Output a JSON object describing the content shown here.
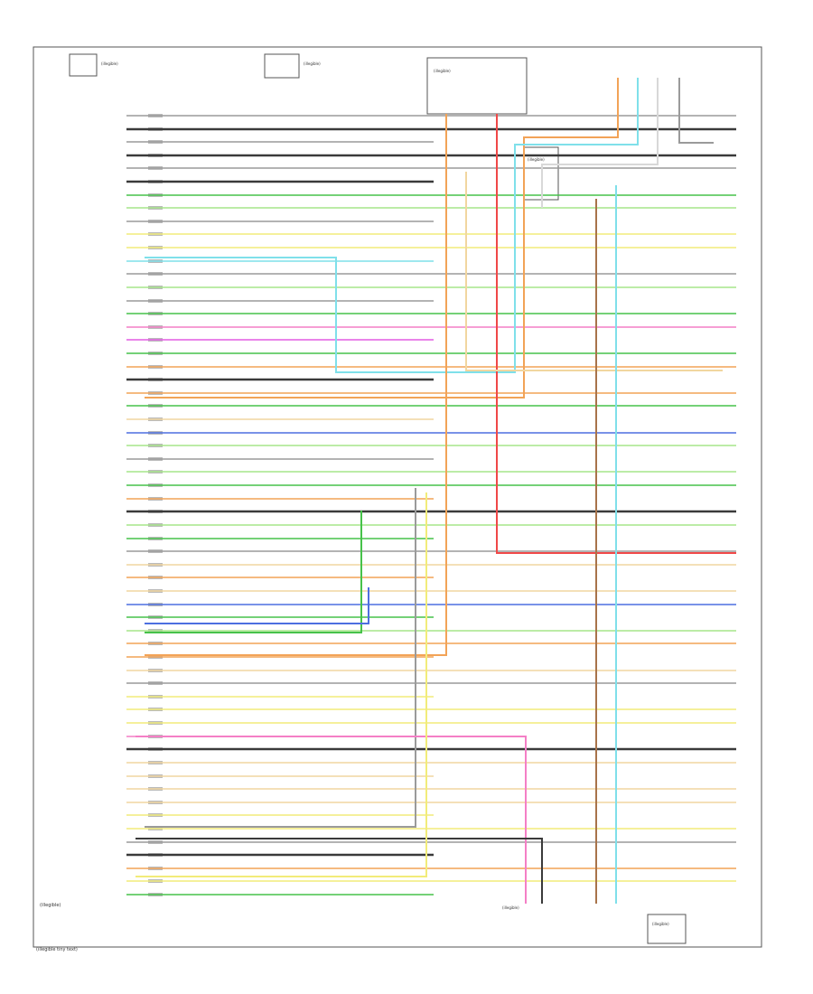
{
  "diagram": {
    "type": "wiring-diagram",
    "footer_id": "(illegible tiny text)",
    "frame_label": "(illegible)",
    "colors": {
      "black": "#3a3a3a",
      "gray": "#9a9a9a",
      "white": "#d8d8d8",
      "yellow": "#f2ec7a",
      "lightgreen": "#a6e58a",
      "green": "#46c24a",
      "ltblue": "#7fe0ea",
      "blue": "#4d6fe0",
      "pink": "#f47fc6",
      "magenta": "#e45ce4",
      "orange": "#f2a357",
      "tan": "#f1d6a0",
      "red": "#f04848",
      "brown": "#a8734a"
    },
    "top_components": [
      {
        "id": "C1",
        "label": "(illegible)"
      },
      {
        "id": "C2",
        "label": "(illegible)"
      },
      {
        "id": "C3",
        "label": "(illegible)"
      },
      {
        "id": "C4",
        "label": "(illegible)"
      }
    ],
    "bottom_components": [
      {
        "id": "B1",
        "label": "(illegible)"
      },
      {
        "id": "B2",
        "label": "(illegible)"
      }
    ],
    "left_circuits": [
      {
        "color": "gray"
      },
      {
        "color": "black"
      },
      {
        "color": "gray"
      },
      {
        "color": "black"
      },
      {
        "color": "gray"
      },
      {
        "color": "black"
      },
      {
        "color": "green"
      },
      {
        "color": "lightgreen"
      },
      {
        "color": "gray"
      },
      {
        "color": "yellow"
      },
      {
        "color": "yellow"
      },
      {
        "color": "ltblue"
      },
      {
        "color": "gray"
      },
      {
        "color": "lightgreen"
      },
      {
        "color": "gray"
      },
      {
        "color": "green"
      },
      {
        "color": "pink"
      },
      {
        "color": "magenta"
      },
      {
        "color": "green"
      },
      {
        "color": "orange"
      },
      {
        "color": "black"
      },
      {
        "color": "orange"
      },
      {
        "color": "green"
      },
      {
        "color": "tan"
      },
      {
        "color": "blue"
      },
      {
        "color": "lightgreen"
      },
      {
        "color": "gray"
      },
      {
        "color": "lightgreen"
      },
      {
        "color": "green"
      },
      {
        "color": "orange"
      },
      {
        "color": "black"
      },
      {
        "color": "lightgreen"
      },
      {
        "color": "green"
      },
      {
        "color": "gray"
      },
      {
        "color": "tan"
      },
      {
        "color": "orange"
      },
      {
        "color": "tan"
      },
      {
        "color": "blue"
      },
      {
        "color": "green"
      },
      {
        "color": "lightgreen"
      },
      {
        "color": "orange"
      },
      {
        "color": "orange"
      },
      {
        "color": "tan"
      },
      {
        "color": "gray"
      },
      {
        "color": "yellow"
      },
      {
        "color": "yellow"
      },
      {
        "color": "yellow"
      },
      {
        "color": "pink"
      },
      {
        "color": "black"
      },
      {
        "color": "tan"
      },
      {
        "color": "tan"
      },
      {
        "color": "tan"
      },
      {
        "color": "tan"
      },
      {
        "color": "yellow"
      },
      {
        "color": "yellow"
      },
      {
        "color": "gray"
      },
      {
        "color": "black"
      },
      {
        "color": "orange"
      },
      {
        "color": "yellow"
      },
      {
        "color": "green"
      }
    ]
  }
}
